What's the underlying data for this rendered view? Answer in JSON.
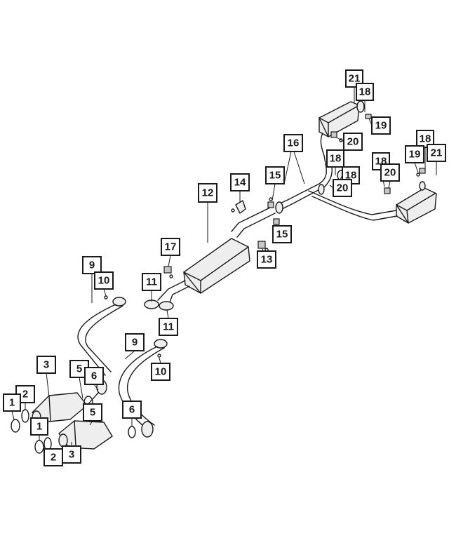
{
  "diagram": {
    "callouts": [
      {
        "id": "c-21a",
        "label": "21"
      },
      {
        "id": "c-18a",
        "label": "18"
      },
      {
        "id": "c-19a",
        "label": "19"
      },
      {
        "id": "c-20a",
        "label": "20"
      },
      {
        "id": "c-16",
        "label": "16"
      },
      {
        "id": "c-18b",
        "label": "18"
      },
      {
        "id": "c-18c",
        "label": "18"
      },
      {
        "id": "c-20b",
        "label": "20"
      },
      {
        "id": "c-18d",
        "label": "18"
      },
      {
        "id": "c-19b",
        "label": "19"
      },
      {
        "id": "c-21b",
        "label": "21"
      },
      {
        "id": "c-18e",
        "label": "18"
      },
      {
        "id": "c-20c",
        "label": "20"
      },
      {
        "id": "c-14",
        "label": "14"
      },
      {
        "id": "c-15a",
        "label": "15"
      },
      {
        "id": "c-12",
        "label": "12"
      },
      {
        "id": "c-15b",
        "label": "15"
      },
      {
        "id": "c-13",
        "label": "13"
      },
      {
        "id": "c-17",
        "label": "17"
      },
      {
        "id": "c-9a",
        "label": "9"
      },
      {
        "id": "c-10a",
        "label": "10"
      },
      {
        "id": "c-11a",
        "label": "11"
      },
      {
        "id": "c-11b",
        "label": "11"
      },
      {
        "id": "c-9b",
        "label": "9"
      },
      {
        "id": "c-10b",
        "label": "10"
      },
      {
        "id": "c-3a",
        "label": "3"
      },
      {
        "id": "c-5a",
        "label": "5"
      },
      {
        "id": "c-6a",
        "label": "6"
      },
      {
        "id": "c-2a",
        "label": "2"
      },
      {
        "id": "c-1a",
        "label": "1"
      },
      {
        "id": "c-5b",
        "label": "5"
      },
      {
        "id": "c-6b",
        "label": "6"
      },
      {
        "id": "c-1b",
        "label": "1"
      },
      {
        "id": "c-2b",
        "label": "2"
      },
      {
        "id": "c-3b",
        "label": "3"
      }
    ]
  }
}
